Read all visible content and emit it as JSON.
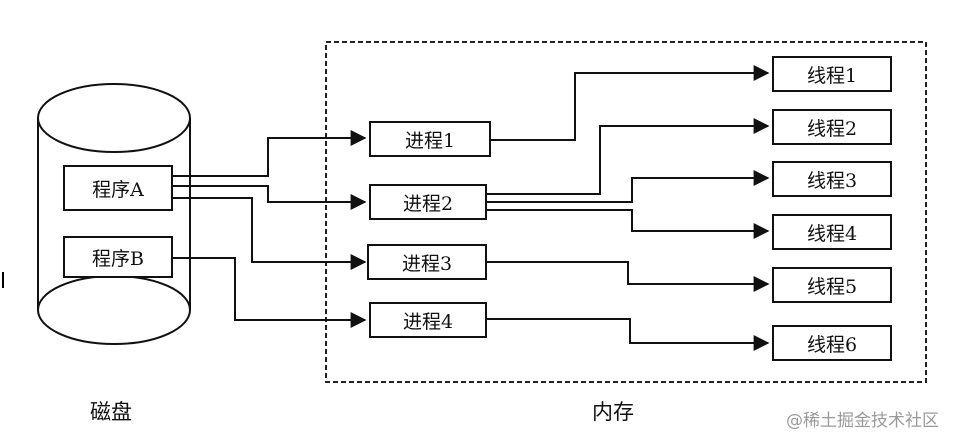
{
  "disk": {
    "programs": [
      "程序A",
      "程序B"
    ],
    "caption": "磁盘"
  },
  "memory": {
    "caption": "内存",
    "processes": [
      "进程1",
      "进程2",
      "进程3",
      "进程4"
    ],
    "threads": [
      "线程1",
      "线程2",
      "线程3",
      "线程4",
      "线程5",
      "线程6"
    ]
  },
  "watermark": "@稀土掘金技术社区"
}
